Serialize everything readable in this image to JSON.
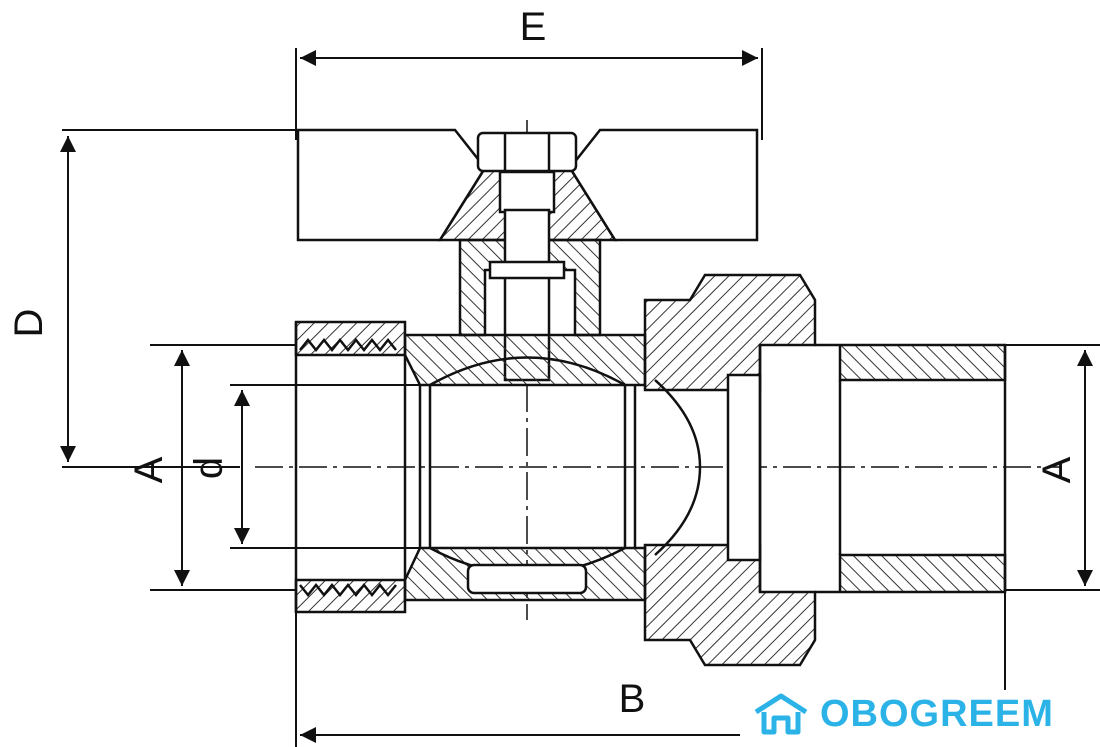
{
  "labels": {
    "E": "E",
    "D": "D",
    "A_left": "A",
    "d": "d",
    "A_right": "A",
    "B": "B"
  },
  "logo": {
    "text": "OBOGREEM",
    "color": "#2bb3e8"
  },
  "colors": {
    "line": "#111111",
    "hatch": "#333333",
    "background": "#ffffff"
  }
}
